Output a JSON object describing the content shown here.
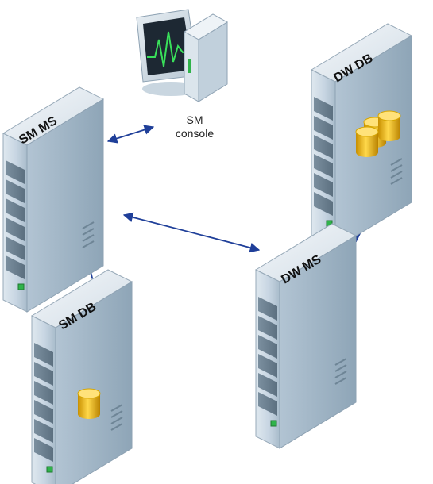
{
  "diagram": {
    "nodes": {
      "sm_ms": {
        "label": "SM MS",
        "icon": "server-icon"
      },
      "dw_db": {
        "label": "DW DB",
        "icon": "database-server-icon"
      },
      "dw_ms": {
        "label": "DW MS",
        "icon": "server-icon"
      },
      "sm_db": {
        "label": "SM DB",
        "icon": "database-server-icon"
      },
      "console": {
        "line1": "SM",
        "line2": "console",
        "icon": "monitor-icon"
      }
    },
    "connections": [
      {
        "from": "SM MS",
        "to": "SM console",
        "style": "bidirectional-arrow"
      },
      {
        "from": "SM MS",
        "to": "DW MS",
        "style": "bidirectional-arrow"
      },
      {
        "from": "SM MS",
        "to": "SM DB",
        "style": "bidirectional-arrow"
      },
      {
        "from": "DW DB",
        "to": "DW MS",
        "style": "bidirectional-arrow"
      }
    ],
    "colors": {
      "arrow": "#1f3f99",
      "server_body": "#cfdde8",
      "cylinder": "#e8b400"
    }
  }
}
